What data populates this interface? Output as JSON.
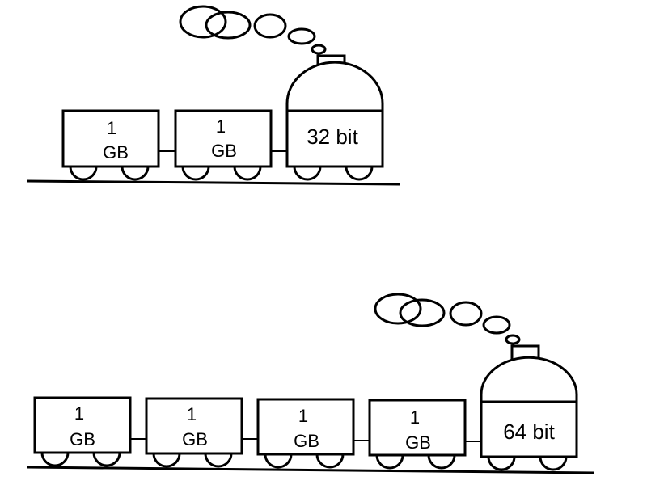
{
  "trains": [
    {
      "engine_label": "32 bit",
      "cars": [
        {
          "line1": "1",
          "line2": "GB"
        },
        {
          "line1": "1",
          "line2": "GB"
        }
      ]
    },
    {
      "engine_label": "64 bit",
      "cars": [
        {
          "line1": "1",
          "line2": "GB"
        },
        {
          "line1": "1",
          "line2": "GB"
        },
        {
          "line1": "1",
          "line2": "GB"
        },
        {
          "line1": "1",
          "line2": "GB"
        }
      ]
    }
  ]
}
